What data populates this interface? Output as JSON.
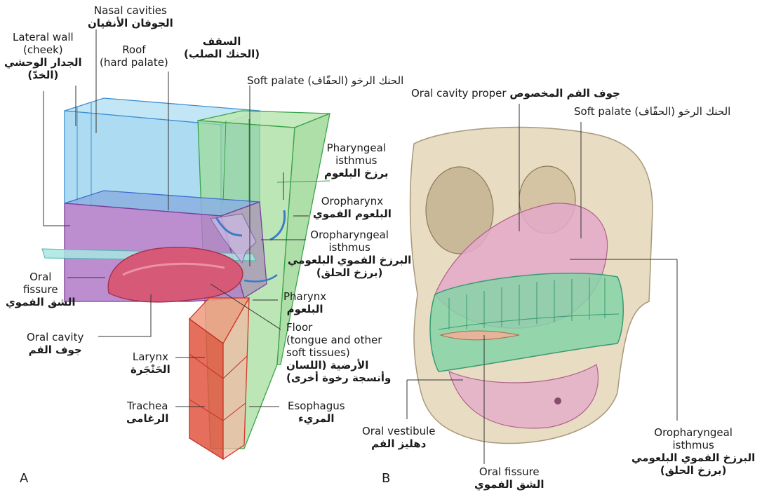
{
  "panels": {
    "a": "A",
    "b": "B"
  },
  "labels": {
    "nasal_cavities": {
      "en": "Nasal cavities",
      "ar": "الجوفان الأنفيان"
    },
    "lateral_wall": {
      "en1": "Lateral wall",
      "en2": "(cheek)",
      "ar1": "الجدار الوحشي",
      "ar2": "(الخدّ)"
    },
    "roof": {
      "en1": "Roof",
      "en2": "(hard palate)"
    },
    "roof_ar": {
      "ar1": "السقف",
      "ar2": "(الحنك الصلب)"
    },
    "soft_palate_a": {
      "text": "Soft palate (الحنك الرخو (الحفّاف"
    },
    "pharyngeal_isthmus": {
      "en1": "Pharyngeal",
      "en2": "isthmus",
      "ar": "برزخ البلعوم"
    },
    "oropharynx": {
      "en": "Oropharynx",
      "ar": "البلعوم الفموي"
    },
    "oropharyngeal_isthmus_a": {
      "en1": "Oropharyngeal",
      "en2": "isthmus",
      "ar1": "البرزخ الفموي البلعومي",
      "ar2": "(برزخ الحلق)"
    },
    "oral_fissure_a": {
      "en1": "Oral",
      "en2": "fissure",
      "ar": "الشق الفموي"
    },
    "pharynx": {
      "en": "Pharynx",
      "ar": "البلعوم"
    },
    "oral_cavity": {
      "en": "Oral cavity",
      "ar": "جوف الفم"
    },
    "floor": {
      "en1": "Floor",
      "en2": "(tongue and other",
      "en3": "soft tissues)",
      "ar1": "الأرضية (اللسان",
      "ar2": "وأنسجة رخوة أخرى)"
    },
    "larynx": {
      "en": "Larynx",
      "ar": "الحَنْجَرة"
    },
    "trachea": {
      "en": "Trachea",
      "ar": "الرغامى"
    },
    "esophagus": {
      "en": "Esophagus",
      "ar": "المريء"
    },
    "oral_cavity_proper": {
      "en": "Oral cavity proper",
      "ar": "جوف الفم المخصوص"
    },
    "soft_palate_b": {
      "text": "Soft palate (الحنك الرخو (الحفّاف"
    },
    "oral_vestibule": {
      "en": "Oral vestibule",
      "ar": "دهليز الفم"
    },
    "oral_fissure_b": {
      "en": "Oral fissure",
      "ar": "الشق الفموي"
    },
    "oropharyngeal_isthmus_b": {
      "en1": "Oropharyngeal",
      "en2": "isthmus",
      "ar1": "البرزخ الفموي البلعومي",
      "ar2": "(برزخ الحلق)"
    }
  },
  "colors": {
    "nasal_blue": "#9fd6f0",
    "oral_purple": "#b07ac8",
    "pharynx_green": "#9fdc95",
    "larynx_red": "#e2553f",
    "tongue_pink": "#d65a78",
    "bone": "#e8dcc3",
    "pink_cavity": "#e3a9c9",
    "teeth_green": "#86d3a8"
  }
}
